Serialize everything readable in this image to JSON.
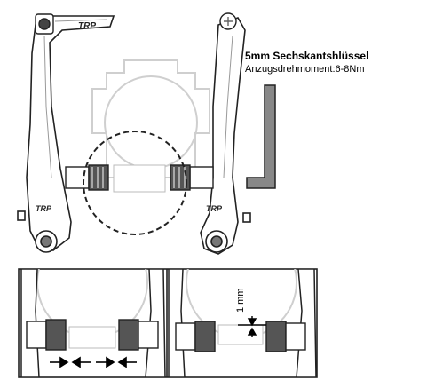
{
  "callout": {
    "title": "5mm Sechskantshlüssel",
    "subtitle": "Anzugsdrehmoment:6-8Nm"
  },
  "brand": {
    "logo_text": "TRP"
  },
  "detail_right": {
    "gap_label": "1 mm"
  },
  "icons": [
    "hex-key-icon",
    "adjust-arrow-icon",
    "gap-arrow-icon"
  ]
}
